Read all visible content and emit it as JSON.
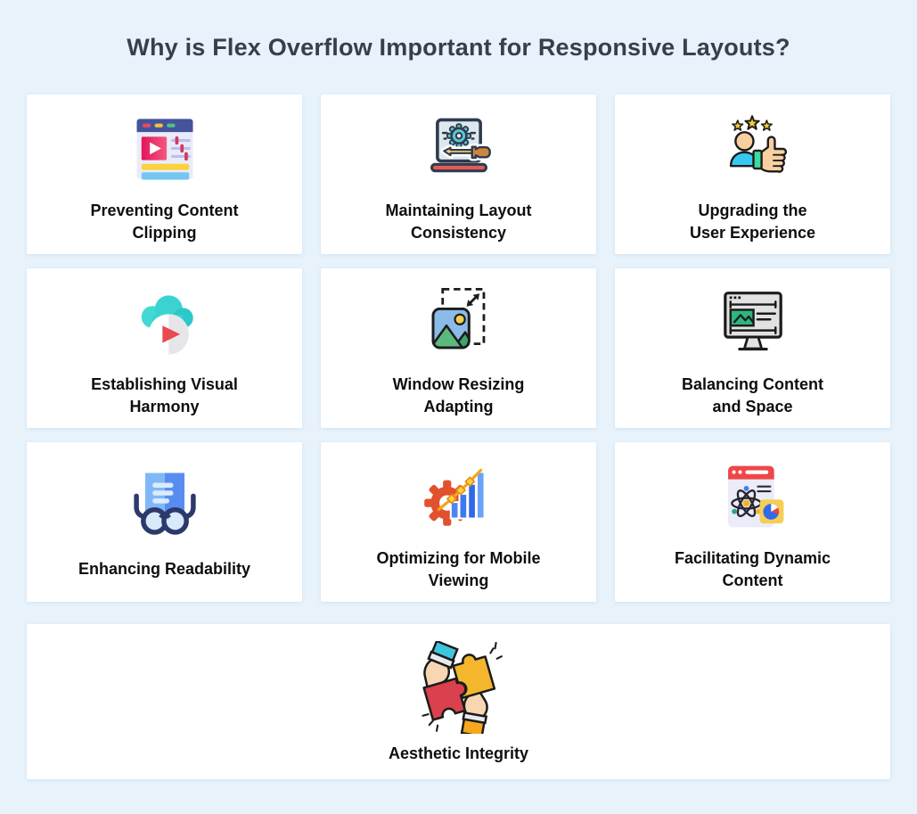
{
  "title": "Why is Flex Overflow Important for Responsive Layouts?",
  "colors": {
    "background": "#e7f2fb",
    "card_background": "#ffffff",
    "title_text": "#36404c",
    "label_text": "#0e0e0e"
  },
  "cards": [
    {
      "icon": "video-player-icon",
      "lines": [
        "Preventing Content",
        "Clipping"
      ]
    },
    {
      "icon": "laptop-tools-icon",
      "lines": [
        "Maintaining Layout",
        "Consistency"
      ]
    },
    {
      "icon": "user-thumbs-up-icon",
      "lines": [
        "Upgrading the",
        "User Experience"
      ]
    },
    {
      "icon": "cloud-play-icon",
      "lines": [
        "Establishing Visual",
        "Harmony"
      ]
    },
    {
      "icon": "resize-image-icon",
      "lines": [
        "Window Resizing",
        "Adapting"
      ]
    },
    {
      "icon": "monitor-content-icon",
      "lines": [
        "Balancing Content",
        "and Space"
      ]
    },
    {
      "icon": "glasses-document-icon",
      "lines": [
        "Enhancing Readability"
      ]
    },
    {
      "icon": "gear-growth-chart-icon",
      "lines": [
        "Optimizing for Mobile",
        "Viewing"
      ]
    },
    {
      "icon": "browser-atom-icon",
      "lines": [
        "Facilitating Dynamic",
        "Content"
      ]
    },
    {
      "icon": "puzzle-hands-icon",
      "lines": [
        "Aesthetic Integrity"
      ]
    }
  ]
}
